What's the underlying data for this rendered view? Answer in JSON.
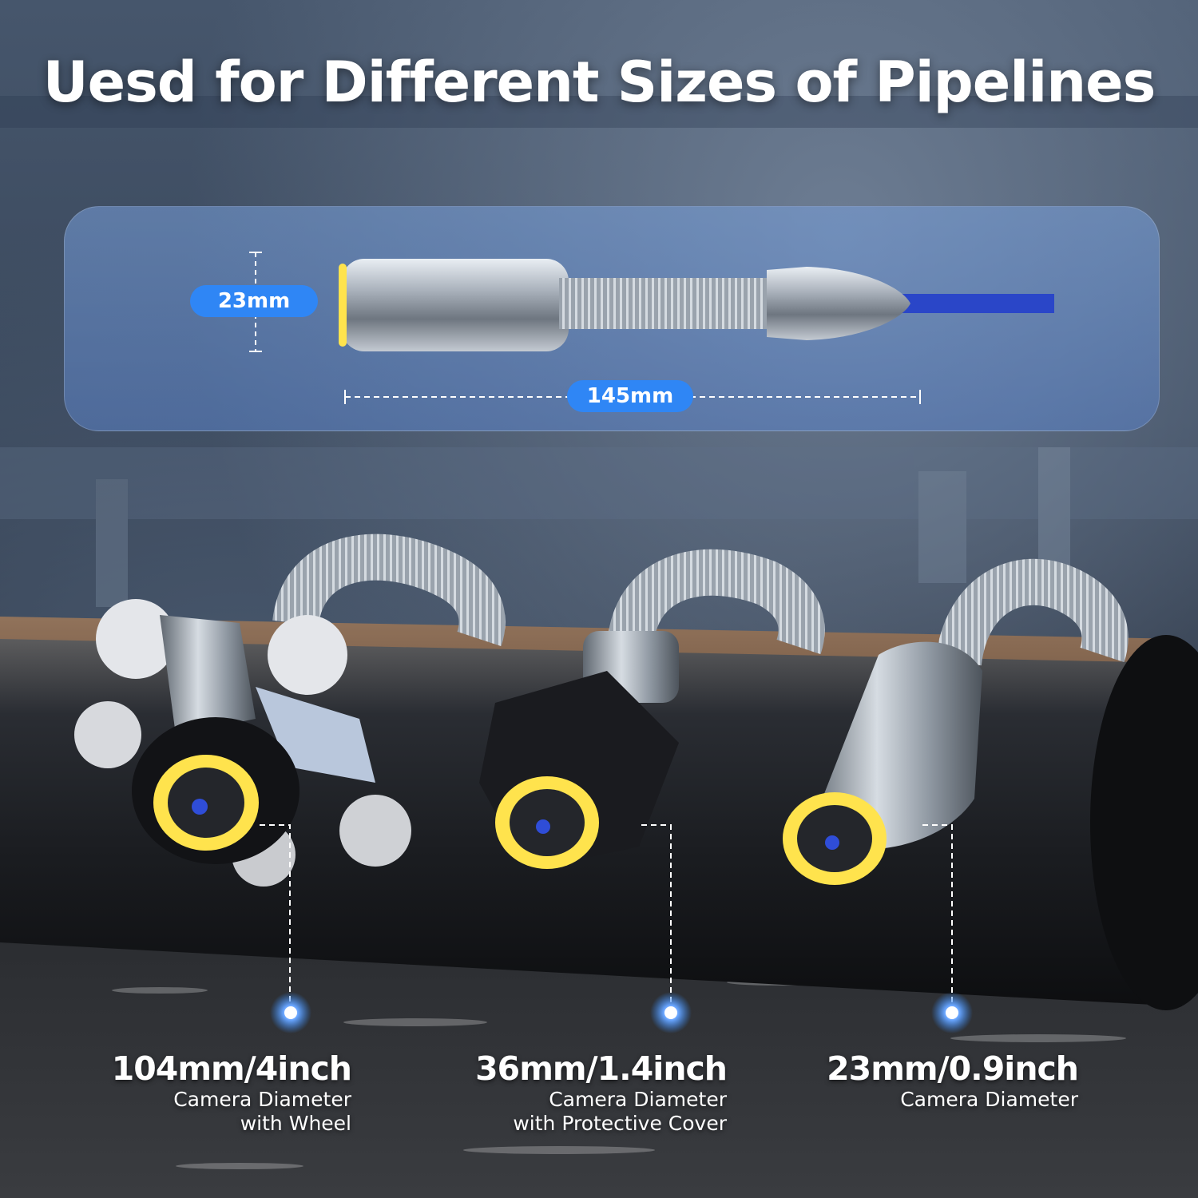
{
  "title": "Uesd for Different Sizes of Pipelines",
  "dimensions": {
    "diameter": "23mm",
    "length": "145mm"
  },
  "cameras": [
    {
      "size": "104mm/4inch",
      "desc_line1": "Camera Diameter",
      "desc_line2": "with Wheel"
    },
    {
      "size": "36mm/1.4inch",
      "desc_line1": "Camera Diameter",
      "desc_line2": "with Protective Cover"
    },
    {
      "size": "23mm/0.9inch",
      "desc_line1": "Camera Diameter",
      "desc_line2": ""
    }
  ],
  "colors": {
    "accent": "#2f86f5",
    "led": "#ffe34d",
    "cable": "#2a46c8"
  }
}
